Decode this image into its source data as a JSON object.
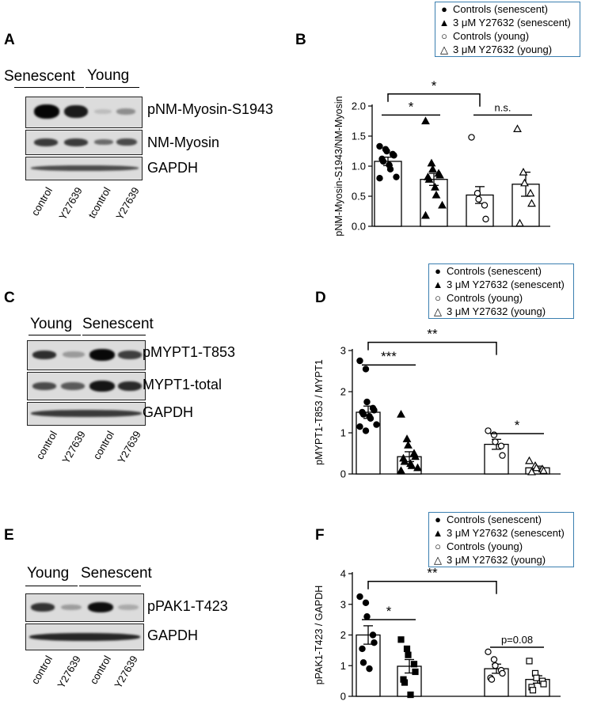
{
  "panels": {
    "A": {
      "letter": "A",
      "groups": [
        "Senescent",
        "Young"
      ],
      "bands": [
        "pNM-Myosin-S1943",
        "NM-Myosin",
        "GAPDH"
      ],
      "lanes": [
        "control",
        "Y27639",
        "tcontrol",
        "Y27639"
      ]
    },
    "B": {
      "letter": "B",
      "legend": [
        "Controls (senescent)",
        "3 μM Y27632 (senescent)",
        "Controls (young)",
        "3 μM Y27632 (young)"
      ],
      "significance": [
        "*",
        "*",
        "n.s."
      ]
    },
    "C": {
      "letter": "C",
      "groups": [
        "Young",
        "Senescent"
      ],
      "bands": [
        "pMYPT1-T853",
        "MYPT1-total",
        "GAPDH"
      ],
      "lanes": [
        "control",
        "Y27639",
        "control",
        "Y27639"
      ]
    },
    "D": {
      "letter": "D",
      "legend": [
        "Controls (senescent)",
        "3 μM Y27632 (senescent)",
        "Controls (young)",
        "3 μM Y27632 (young)"
      ],
      "significance": [
        "**",
        "***",
        "*"
      ]
    },
    "E": {
      "letter": "E",
      "groups": [
        "Young",
        "Senescent"
      ],
      "bands": [
        "pPAK1-T423",
        "GAPDH"
      ],
      "lanes": [
        "control",
        "Y27639",
        "control",
        "Y27639"
      ]
    },
    "F": {
      "letter": "F",
      "legend": [
        "Controls (senescent)",
        "3 μM Y27632 (senescent)",
        "Controls (young)",
        "3 μM Y27632 (young)"
      ],
      "significance": [
        "**",
        "*",
        "p=0.08"
      ]
    }
  },
  "chart_data": [
    {
      "type": "bar",
      "panel": "B",
      "ylabel": "pNM-Myosin-S1943/NM-Myosin",
      "xlabel": "",
      "ylim": [
        0,
        2.0
      ],
      "yticks": [
        "0.0",
        "0.5",
        "1.0",
        "1.5",
        "2.0"
      ],
      "series": [
        {
          "name": "Controls (senescent)",
          "fill": "#ffffff",
          "marker": "circle-filled",
          "mean": 1.08,
          "sem": 0.07,
          "points": [
            1.33,
            1.28,
            1.25,
            1.2,
            1.18,
            1.12,
            1.08,
            1.02,
            0.95,
            0.82,
            0.8
          ]
        },
        {
          "name": "3 μM Y27632 (senescent)",
          "fill": "#ffffff",
          "marker": "triangle-filled",
          "mean": 0.78,
          "sem": 0.1,
          "points": [
            1.75,
            1.05,
            0.95,
            0.88,
            0.85,
            0.82,
            0.78,
            0.65,
            0.52,
            0.35,
            0.18
          ]
        },
        {
          "name": "Controls (young)",
          "fill": "#ffffff",
          "marker": "circle-open",
          "mean": 0.52,
          "sem": 0.14,
          "points": [
            1.48,
            0.55,
            0.45,
            0.35,
            0.12
          ]
        },
        {
          "name": "3 μM Y27632 (young)",
          "fill": "#ffffff",
          "marker": "triangle-open",
          "mean": 0.7,
          "sem": 0.2,
          "points": [
            1.62,
            0.9,
            0.72,
            0.55,
            0.38,
            0.05
          ]
        }
      ]
    },
    {
      "type": "bar",
      "panel": "D",
      "ylabel": "pMYPT1-T853 / MYPT1",
      "xlabel": "",
      "ylim": [
        0,
        3
      ],
      "yticks": [
        "0",
        "1",
        "2",
        "3"
      ],
      "series": [
        {
          "name": "Controls (senescent)",
          "fill": "#ffffff",
          "marker": "circle-filled",
          "mean": 1.5,
          "sem": 0.15,
          "points": [
            2.75,
            2.55,
            1.75,
            1.6,
            1.55,
            1.5,
            1.45,
            1.4,
            1.35,
            1.2,
            1.15,
            1.05
          ]
        },
        {
          "name": "3 μM Y27632 (senescent)",
          "fill": "#ffffff",
          "marker": "triangle-filled",
          "mean": 0.42,
          "sem": 0.12,
          "points": [
            1.45,
            0.85,
            0.7,
            0.5,
            0.42,
            0.38,
            0.3,
            0.25,
            0.2,
            0.15,
            0.08
          ]
        },
        {
          "name": "Controls (young)",
          "fill": "#ffffff",
          "marker": "circle-open",
          "mean": 0.72,
          "sem": 0.12,
          "points": [
            1.05,
            0.95,
            0.78,
            0.68,
            0.45
          ]
        },
        {
          "name": "3 μM Y27632 (young)",
          "fill": "#ffffff",
          "marker": "triangle-open",
          "mean": 0.15,
          "sem": 0.04,
          "points": [
            0.32,
            0.2,
            0.15,
            0.12,
            0.08,
            0.05
          ]
        }
      ]
    },
    {
      "type": "bar",
      "panel": "F",
      "ylabel": "pPAK1-T423 / GAPDH",
      "xlabel": "",
      "ylim": [
        0,
        4
      ],
      "yticks": [
        "0",
        "1",
        "2",
        "3",
        "4"
      ],
      "series": [
        {
          "name": "Controls (senescent)",
          "fill": "#ffffff",
          "marker": "circle-filled",
          "mean": 2.0,
          "sem": 0.3,
          "points": [
            3.25,
            3.05,
            2.6,
            2.0,
            1.75,
            1.55,
            1.1,
            0.9
          ]
        },
        {
          "name": "3 μM Y27632 (senescent)",
          "fill": "#ffffff",
          "marker": "square-filled",
          "mean": 0.98,
          "sem": 0.22,
          "points": [
            1.85,
            1.55,
            1.35,
            1.05,
            0.8,
            0.55,
            0.45,
            0.05
          ]
        },
        {
          "name": "Controls (young)",
          "fill": "#ffffff",
          "marker": "circle-open",
          "mean": 0.9,
          "sem": 0.15,
          "points": [
            1.45,
            1.2,
            1.0,
            0.85,
            0.75,
            0.6,
            0.55
          ]
        },
        {
          "name": "3 μM Y27632 (young)",
          "fill": "#ffffff",
          "marker": "square-open",
          "mean": 0.55,
          "sem": 0.12,
          "points": [
            1.15,
            0.75,
            0.6,
            0.5,
            0.4,
            0.3,
            0.2
          ]
        }
      ]
    }
  ]
}
